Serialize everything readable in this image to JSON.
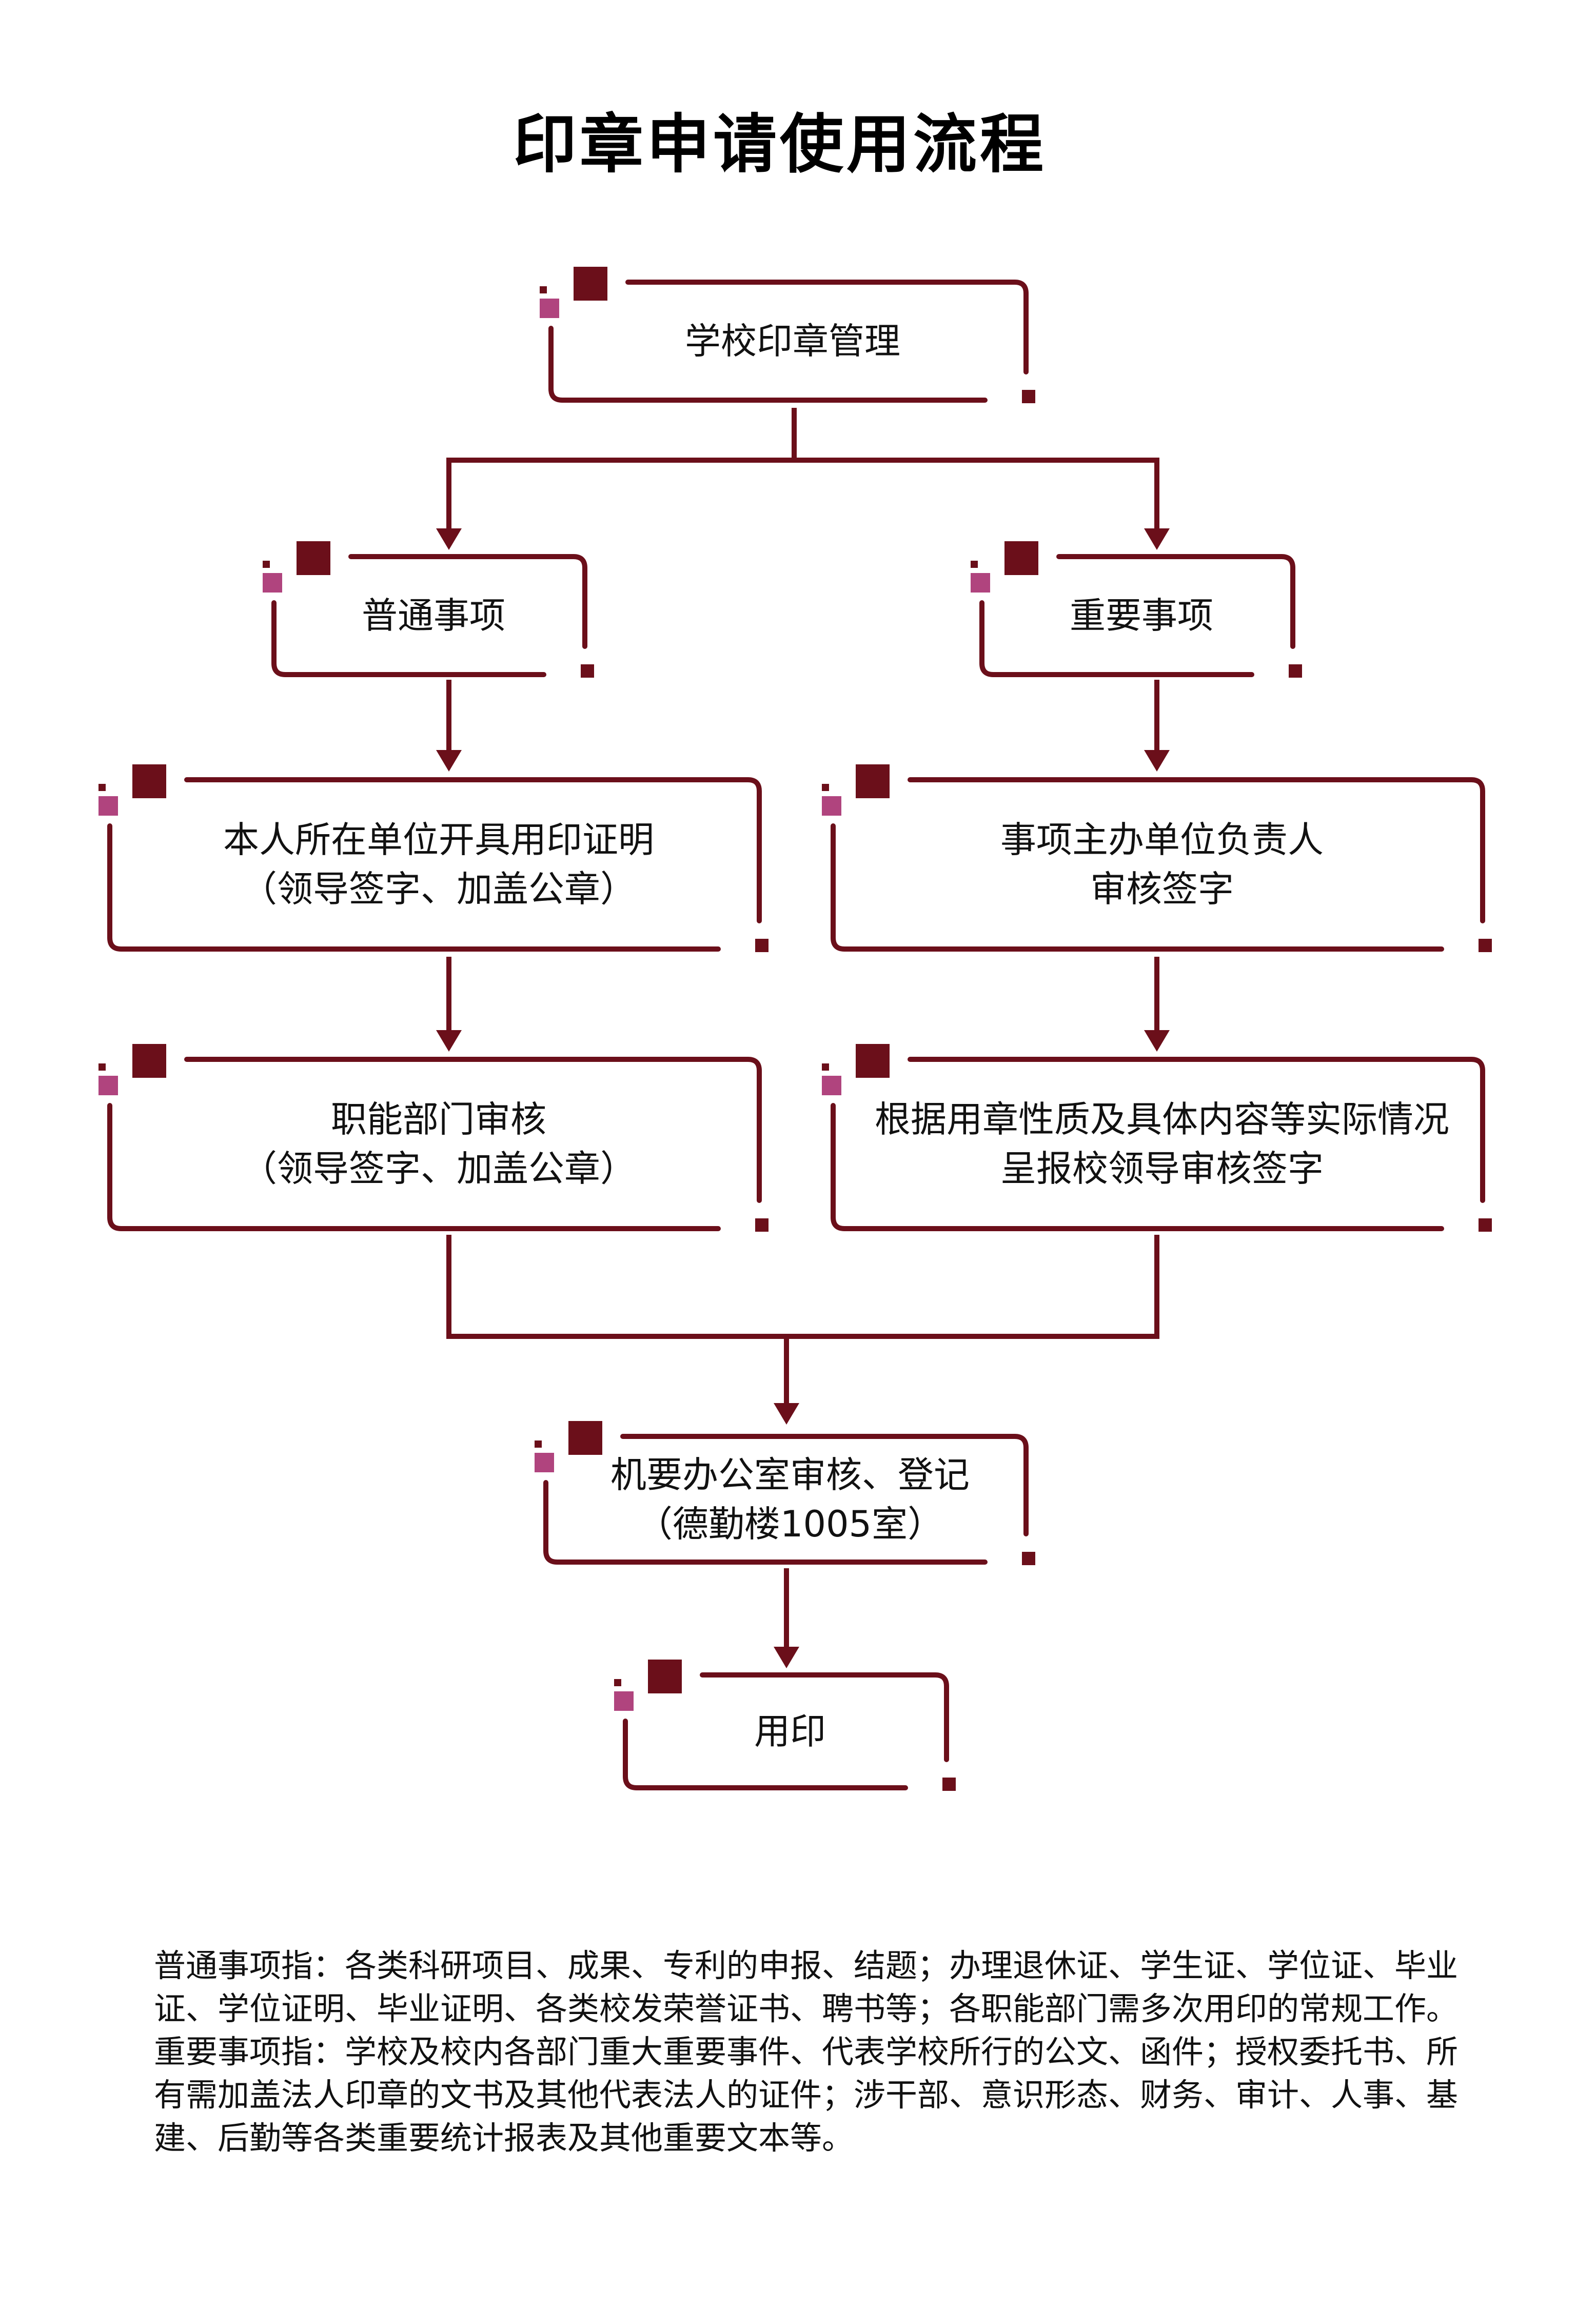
{
  "title": "印章申请使用流程",
  "colors": {
    "frame": "#6b0f1a",
    "accent_dark": "#6b0f1a",
    "accent_pink": "#b0447e"
  },
  "nodes": {
    "start": {
      "lines": [
        "学校印章管理"
      ]
    },
    "normal": {
      "lines": [
        "普通事项"
      ]
    },
    "important": {
      "lines": [
        "重要事项"
      ]
    },
    "normal_step1": {
      "lines": [
        "本人所在单位开具用印证明",
        "（领导签字、加盖公章）"
      ]
    },
    "important_step1": {
      "lines": [
        "事项主办单位负责人",
        "审核签字"
      ]
    },
    "normal_step2": {
      "lines": [
        "职能部门审核",
        "（领导签字、加盖公章）"
      ]
    },
    "important_step2": {
      "lines": [
        "根据用章性质及具体内容等实际情况",
        "呈报校领导审核签字"
      ]
    },
    "office": {
      "lines": [
        "机要办公室审核、登记",
        "（德勤楼1005室）"
      ]
    },
    "use": {
      "lines": [
        "用印"
      ]
    }
  },
  "notes": {
    "normal": "普通事项指：各类科研项目、成果、专利的申报、结题；办理退休证、学生证、学位证、毕业证、学位证明、毕业证明、各类校发荣誉证书、聘书等；各职能部门需多次用印的常规工作。",
    "important": "重要事项指：学校及校内各部门重大重要事件、代表学校所行的公文、函件；授权委托书、所有需加盖法人印章的文书及其他代表法人的证件；涉干部、意识形态、财务、审计、人事、基建、后勤等各类重要统计报表及其他重要文本等。"
  }
}
